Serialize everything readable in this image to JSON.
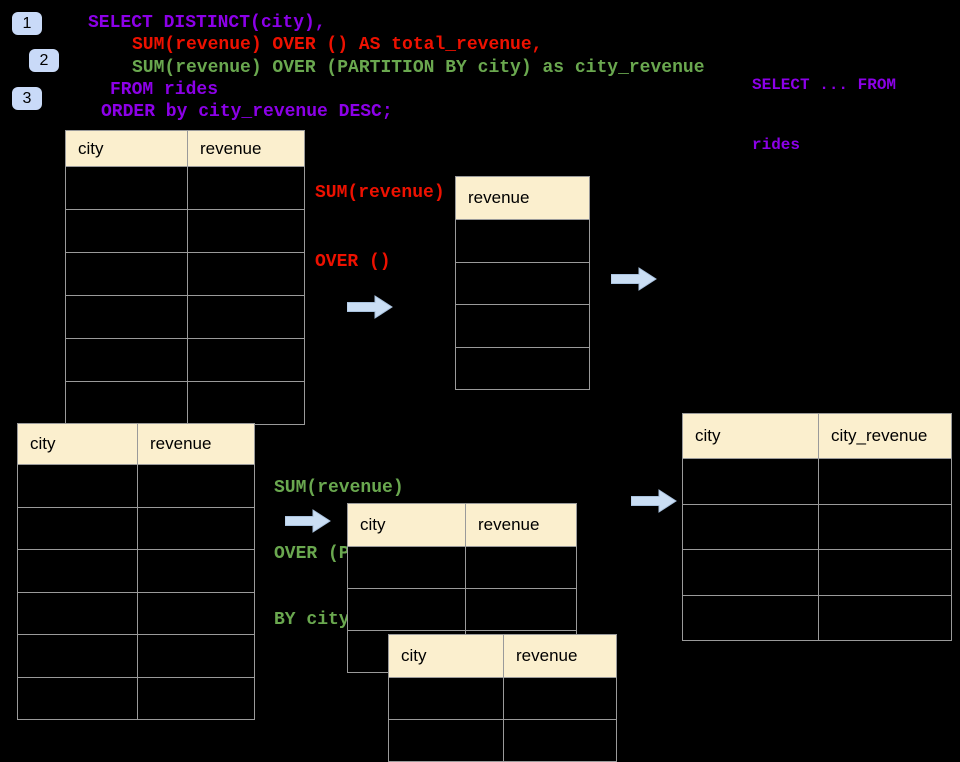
{
  "colors": {
    "background": "#000000",
    "purple": "#8c00e8",
    "red": "#ee1100",
    "green": "#6aa84f",
    "badge_bg": "#c9daf8",
    "arrow_fill": "#cadef4",
    "arrow_stroke": "#a9c2de",
    "table_header_bg": "#fbefce",
    "table_border": "#9a9a9a"
  },
  "badges": [
    {
      "label": "1"
    },
    {
      "label": "2"
    },
    {
      "label": "3"
    }
  ],
  "sql_block": {
    "lines": [
      {
        "text": "SELECT DISTINCT(city),",
        "color": "purple"
      },
      {
        "text": "SUM(revenue) OVER () AS total_revenue,",
        "color": "red"
      },
      {
        "text": "SUM(revenue) OVER (PARTITION BY city) as city_revenue",
        "color": "green"
      },
      {
        "text": "FROM rides",
        "color": "purple"
      },
      {
        "text": "ORDER by city_revenue DESC;",
        "color": "purple"
      }
    ]
  },
  "side_snippet": {
    "lines": [
      {
        "text": "SELECT ... FROM",
        "color": "purple"
      },
      {
        "text": "rides",
        "color": "purple"
      }
    ]
  },
  "annotation_total": {
    "lines": [
      {
        "text": "SUM(revenue)",
        "color": "red"
      },
      {
        "text": "OVER ()",
        "color": "red"
      }
    ]
  },
  "annotation_partition": {
    "lines": [
      {
        "text": "SUM(revenue)",
        "color": "green"
      },
      {
        "text": "OVER (PARTITION",
        "color": "green"
      },
      {
        "text": "BY city)",
        "color": "green"
      }
    ]
  },
  "tables": {
    "rides_top": {
      "headers": [
        "city",
        "revenue"
      ],
      "row_count": 6
    },
    "total_revenue": {
      "headers": [
        "revenue"
      ],
      "row_count": 4
    },
    "rides_bottom": {
      "headers": [
        "city",
        "revenue"
      ],
      "row_count": 6
    },
    "partition_step": {
      "headers": [
        "city",
        "revenue"
      ],
      "row_count": 3
    },
    "partition_overlay": {
      "headers": [
        "city",
        "revenue"
      ],
      "row_count": 2
    },
    "city_revenue_result": {
      "headers": [
        "city",
        "city_revenue"
      ],
      "row_count": 4
    }
  }
}
